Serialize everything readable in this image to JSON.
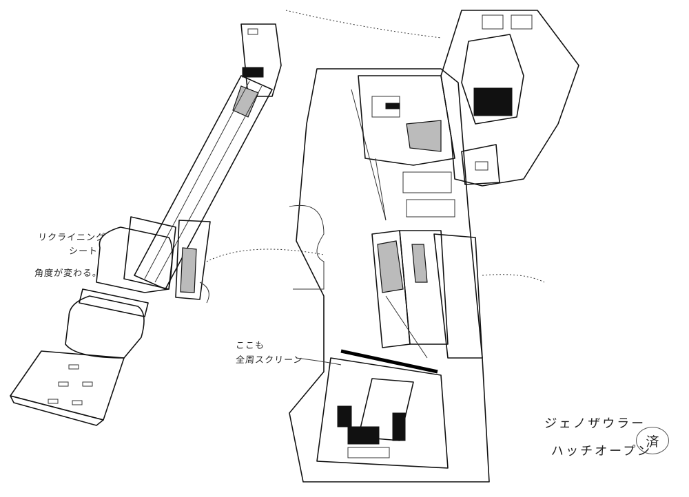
{
  "notes": {
    "reclining_seat_line1": "リクライニング",
    "reclining_seat_line2": "シート",
    "angle_changes": "角度が変わる。",
    "screen_line1": "ここも",
    "screen_line2": "全周スクリーン",
    "title_line1": "ジェノザウラー",
    "title_line2": "ハッチオープン",
    "stamp": "済"
  }
}
